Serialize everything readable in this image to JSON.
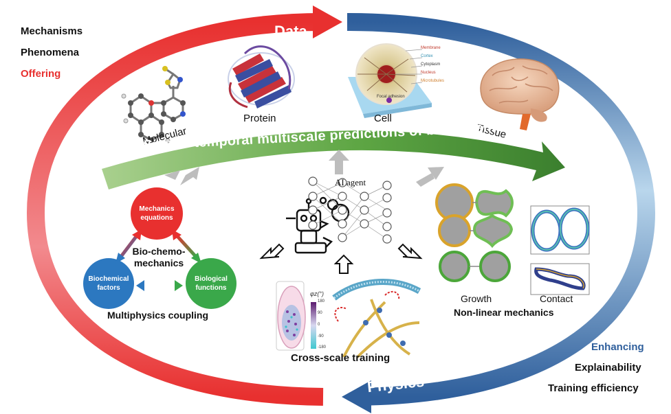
{
  "corner_top_left": {
    "line1": "Mechanisms",
    "line2": "Phenomena",
    "line3": "Offering"
  },
  "corner_bottom_right": {
    "line1": "Enhancing",
    "line2": "Explainability",
    "line3": "Training efficiency"
  },
  "ring": {
    "data_label": "Data",
    "physics_label": "Physics"
  },
  "scales": {
    "molecular": "Molecular",
    "protein": "Protein",
    "cell": "Cell",
    "tissue": "Tissue",
    "cell_parts": [
      "Membrane",
      "Cortex",
      "Cytoplasm",
      "Nucleus",
      "Microtubules",
      "Focal adhesion"
    ]
  },
  "banner": "Spatial-temporal multiscale predictions of biosystems",
  "ai_agent": "AI  agent",
  "biochemo": {
    "mechanics": [
      "Mechanics",
      "equations"
    ],
    "biochemical": [
      "Biochemical",
      "factors"
    ],
    "biological": [
      "Biological",
      "functions"
    ],
    "center": [
      "Bio-chemo-",
      "mechanics"
    ],
    "caption": "Multiphysics coupling"
  },
  "cross_scale": {
    "caption": "Cross-scale training",
    "colorbar_label": "φz(°)",
    "colorbar_ticks": [
      "180",
      "90",
      "0",
      "-90",
      "-180"
    ]
  },
  "nonlinear": {
    "growth": "Growth",
    "contact": "Contact",
    "caption": "Non-linear mechanics"
  },
  "colors": {
    "data_red": "#e8302f",
    "physics_blue": "#2f5f9c",
    "banner_green": "#4e9a3c",
    "mech_red": "#e8302f",
    "biochem_blue": "#2c78c0",
    "biofunc_green": "#3aa84a"
  }
}
